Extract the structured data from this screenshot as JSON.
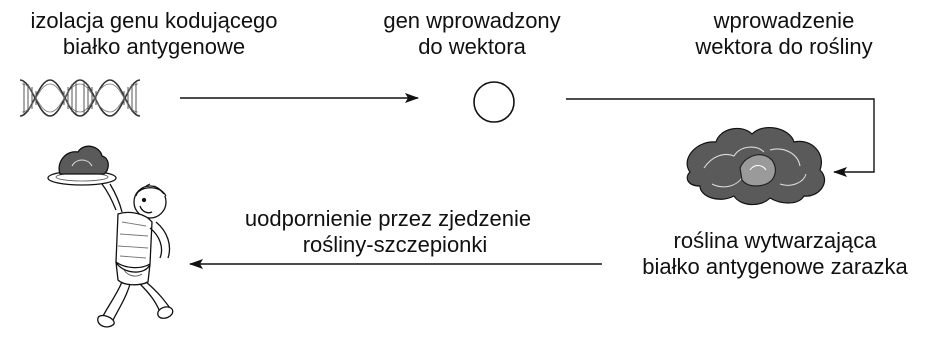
{
  "steps": {
    "isolation": {
      "line1": "izolacja genu kodującego",
      "line2": "białko antygenowe"
    },
    "vector": {
      "line1": "gen wprowadzony",
      "line2": "do wektora"
    },
    "introduction": {
      "line1": "wprowadzenie",
      "line2": "wektora do rośliny"
    },
    "plant": {
      "line1": "roślina wytwarzająca",
      "line2": "białko antygenowe zarazka"
    },
    "immunization": {
      "line1": "uodpornienie przez zjedzenie",
      "line2": "rośliny-szczepionki"
    }
  },
  "icons": {
    "dna": "dna-helix-icon",
    "vector": "plasmid-circle-icon",
    "plant": "cabbage-icon",
    "person": "child-with-plate-icon"
  },
  "colors": {
    "ink": "#111111",
    "background": "#ffffff"
  }
}
